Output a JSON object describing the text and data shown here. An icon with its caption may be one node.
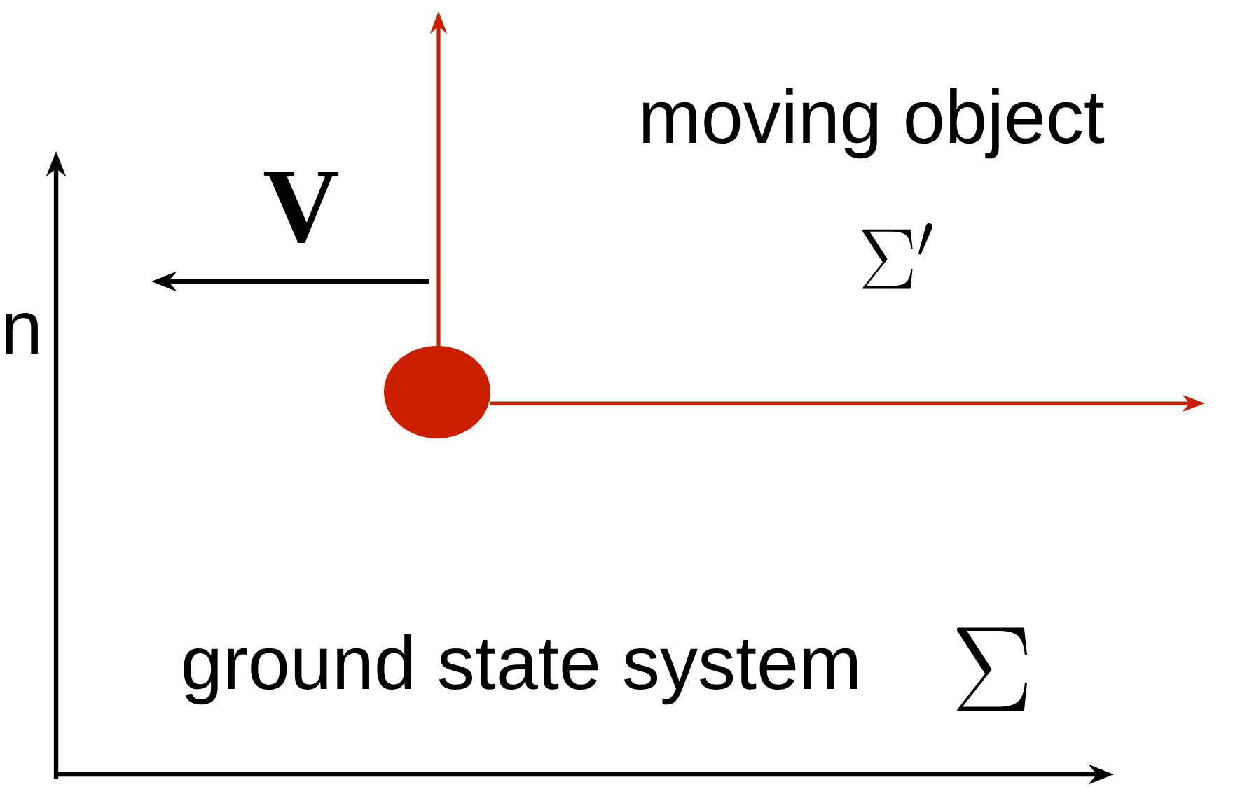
{
  "diagram": {
    "nodes": [
      {
        "text": [],
        "shape": "circle"
      }
    ],
    "labels": [
      "moving object",
      "\\Sigma'",
      "V",
      "n",
      "ground state system",
      "\\Sigma"
    ]
  }
}
